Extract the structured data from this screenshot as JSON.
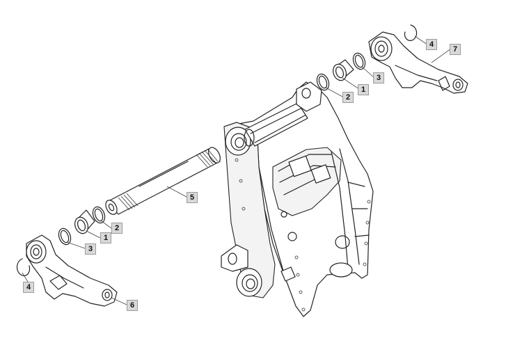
{
  "diagram": {
    "callouts": [
      {
        "id": "c1a",
        "label": "1"
      },
      {
        "id": "c1b",
        "label": "1"
      },
      {
        "id": "c2a",
        "label": "2"
      },
      {
        "id": "c2b",
        "label": "2"
      },
      {
        "id": "c3a",
        "label": "3"
      },
      {
        "id": "c3b",
        "label": "3"
      },
      {
        "id": "c4a",
        "label": "4"
      },
      {
        "id": "c4b",
        "label": "4"
      },
      {
        "id": "c5",
        "label": "5"
      },
      {
        "id": "c6",
        "label": "6"
      },
      {
        "id": "c7",
        "label": "7"
      }
    ]
  }
}
